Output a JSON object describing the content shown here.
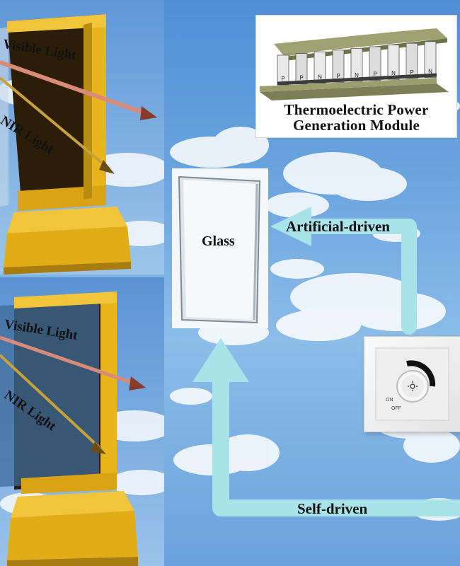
{
  "module": {
    "caption_line1": "Thermoelectric Power",
    "caption_line2": "Generation Module",
    "legs": [
      "P",
      "P",
      "N",
      "P",
      "N",
      "P",
      "N",
      "P",
      "N"
    ]
  },
  "glass": {
    "label": "Glass"
  },
  "flows": {
    "artificial_label": "Artificial-driven",
    "self_label": "Self-driven"
  },
  "windows": {
    "top": {
      "visible_label": "Visible Light",
      "nir_label": "NIR Light"
    },
    "bottom": {
      "visible_label": "Visible Light",
      "nir_label": "NIR Light"
    }
  },
  "dimmer": {
    "on_label": "ON",
    "off_label": "OFF"
  },
  "colors": {
    "frame_gold": "#e8b61c",
    "frame_dark": "#2b1d08",
    "flow_arrow": "#a9e3ea",
    "visible_arrow": "#d98b78",
    "nir_arrow": "#c7a23a"
  }
}
